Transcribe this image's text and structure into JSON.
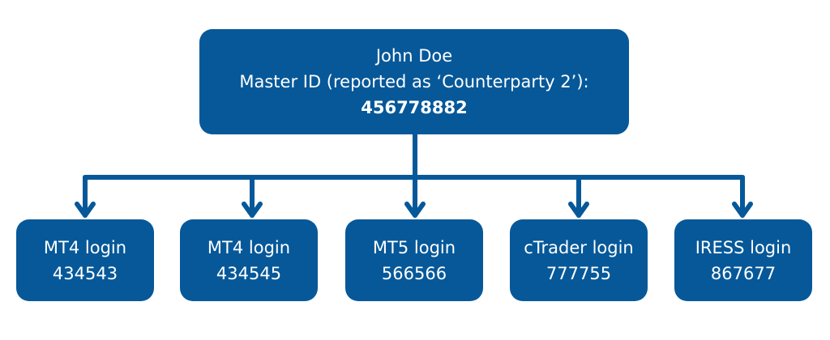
{
  "colors": {
    "box": "#065899",
    "connector": "#065899",
    "text": "#ffffff"
  },
  "master": {
    "name": "John Doe",
    "label": "Master ID (reported as ‘Counterparty 2’):",
    "id": "456778882"
  },
  "logins": [
    {
      "platform": "MT4 login",
      "number": "434543"
    },
    {
      "platform": "MT4 login",
      "number": "434545"
    },
    {
      "platform": "MT5 login",
      "number": "566566"
    },
    {
      "platform": "cTrader login",
      "number": "777755"
    },
    {
      "platform": "IRESS login",
      "number": "867677"
    }
  ]
}
